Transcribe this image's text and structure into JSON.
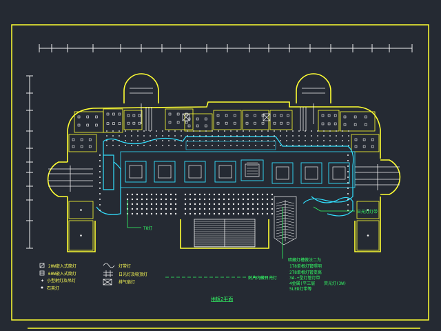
{
  "drawing": {
    "title": "地板2平面",
    "colors": {
      "background": "#252a33",
      "frame": "#ffff33",
      "walls": "#ffff33",
      "detail": "#f0f0f0",
      "lighting": "#33e0ff",
      "leader": "#33ff66"
    }
  },
  "legend": {
    "items": [
      {
        "symbol": "box-slash-icon",
        "label": "20W嵌入式筒灯"
      },
      {
        "symbol": "box-diag-icon",
        "label": "60W嵌入式筒灯"
      },
      {
        "symbol": "arrow-dot-icon",
        "label": "小型射灯及吊灯"
      },
      {
        "symbol": "dot-icon",
        "label": "石英灯"
      },
      {
        "symbol": "wave-icon",
        "label": "灯带灯"
      },
      {
        "symbol": "cross-lines-icon",
        "label": "日光灯及吸顶灯"
      },
      {
        "symbol": "box-x-icon",
        "label": "排气扇灯"
      }
    ]
  },
  "annotations": {
    "left_leader": "T8灯",
    "right_leader": "日光灯灯带",
    "bottom_leader": "封片内藏日光灯",
    "note_lines": [
      "暗藏灯槽做法二为",
      "1T8单根灯管照明",
      "2T8单根灯管变高",
      "3A-+型灯管灯带",
      "4金属(平三层",
      "5LED灯带等"
    ],
    "note_extra": "荧光灯(3W)"
  }
}
